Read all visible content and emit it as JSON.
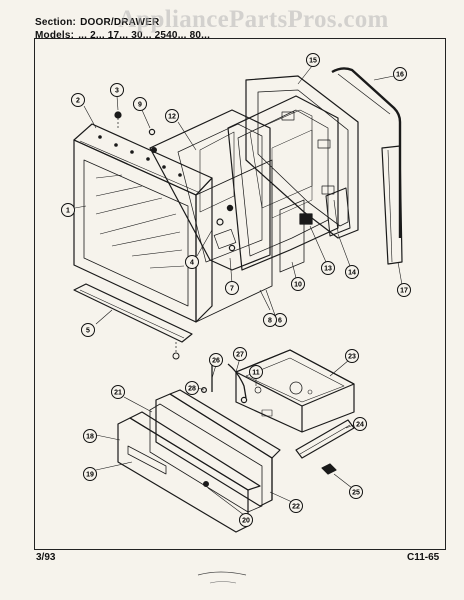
{
  "header": {
    "section_label": "Section:",
    "section_value": "DOOR/DRAWER",
    "model_label": "Models:",
    "model_value": "... 2... 17... 30... 2540... 80..."
  },
  "watermark": "AppliancePartsPros.com",
  "footer": {
    "date": "3/93",
    "code": "C11-65"
  },
  "callouts": [
    "1",
    "2",
    "3",
    "4",
    "5",
    "6",
    "7",
    "8",
    "9",
    "10",
    "11",
    "12",
    "13",
    "14",
    "15",
    "16",
    "17",
    "18",
    "19",
    "20",
    "21",
    "22",
    "23",
    "24",
    "25",
    "26",
    "27",
    "28"
  ]
}
